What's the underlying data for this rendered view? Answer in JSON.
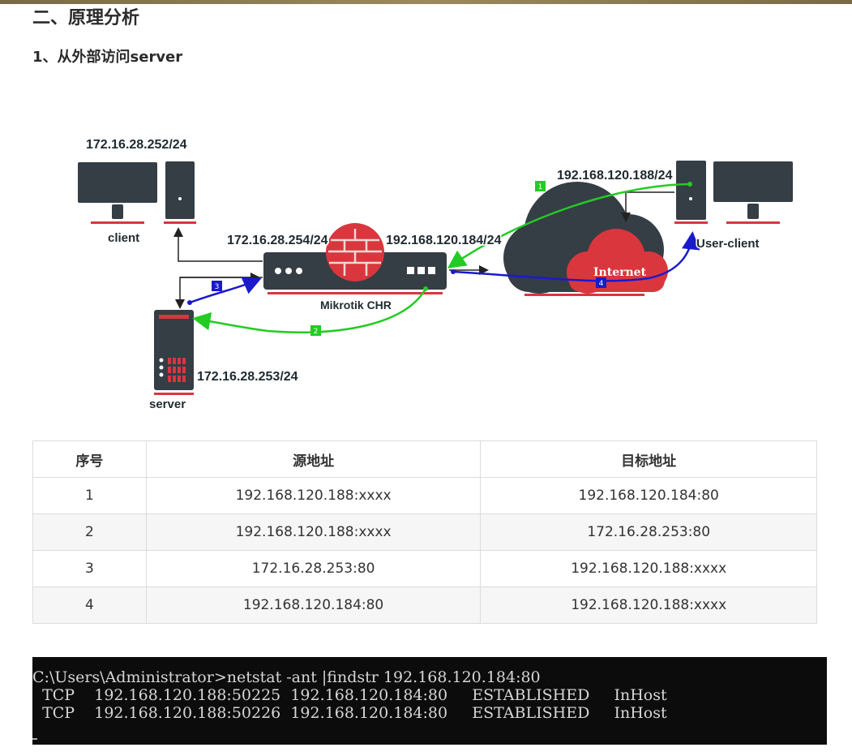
{
  "section_title": "二、原理分析",
  "subsection_title": "1、从外部访问server",
  "diagram": {
    "labels": {
      "client_ip": "172.16.28.252/24",
      "client": "client",
      "router_lan_ip": "172.16.28.254/24",
      "router_wan_ip": "192.168.120.184/24",
      "router": "Mikrotik CHR",
      "server_ip": "172.16.28.253/24",
      "server": "server",
      "user_client_ip": "192.168.120.188/24",
      "user_client": "User-client",
      "internet": "Internet"
    },
    "steps": [
      "1",
      "2",
      "3",
      "4"
    ],
    "colors": {
      "step_green": "#22cc22",
      "step_blue": "#1a1acc",
      "device_dark": "#353d45",
      "accent_red": "#d9363e"
    }
  },
  "table": {
    "headers": [
      "序号",
      "源地址",
      "目标地址"
    ],
    "rows": [
      [
        "1",
        "192.168.120.188:xxxx",
        "192.168.120.184:80"
      ],
      [
        "2",
        "192.168.120.188:xxxx",
        "172.16.28.253:80"
      ],
      [
        "3",
        "172.16.28.253:80",
        "192.168.120.188:xxxx"
      ],
      [
        "4",
        "192.168.120.184:80",
        "192.168.120.188:xxxx"
      ]
    ]
  },
  "console": {
    "lines": [
      "C:\\Users\\Administrator>netstat -ant |findstr 192.168.120.184:80",
      "  TCP    192.168.120.188:50225  192.168.120.184:80     ESTABLISHED     InHost",
      "  TCP    192.168.120.188:50226  192.168.120.184:80     ESTABLISHED     InHost"
    ]
  }
}
